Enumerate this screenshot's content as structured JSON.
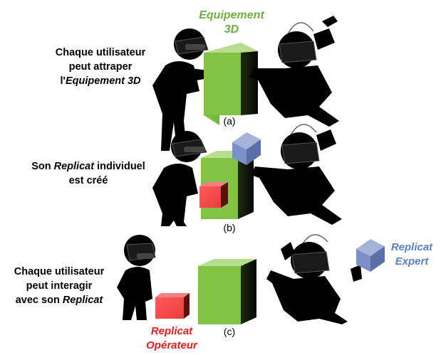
{
  "panel_a": {
    "label": "(a)",
    "text_line1": "Chaque utilisateur",
    "text_line2": "peut attraper",
    "text_line3_prefix": "l'",
    "text_line3_italic": "Equipement 3D",
    "equipment_label_line1": "Equipement",
    "equipment_label_line2": "3D"
  },
  "panel_b": {
    "label": "(b)",
    "text_line1_prefix": "Son ",
    "text_line1_italic": "Replicat",
    "text_line1_suffix": " individuel",
    "text_line2": "est créé"
  },
  "panel_c": {
    "label": "(c)",
    "text_line1": "Chaque utilisateur",
    "text_line2": "peut interagir",
    "text_line3_prefix": "avec son ",
    "text_line3_italic": "Replicat",
    "expert_label_line1": "Replicat",
    "expert_label_line2": "Expert",
    "operator_label_line1": "Replicat",
    "operator_label_line2": "Opérateur"
  },
  "colors": {
    "equipment_green": "#70ad47",
    "expert_blue": "#5b7fc6",
    "operator_red": "#e81c1c",
    "figure_black": "#000000"
  }
}
